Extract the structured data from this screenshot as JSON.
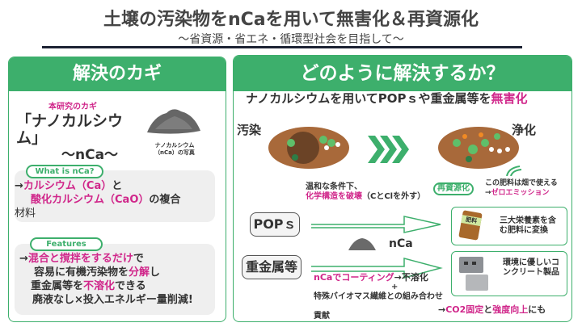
{
  "header": {
    "title": "土壌の汚染物をnCaを用いて無害化＆再資源化",
    "subtitle": "～省資源・省エネ・循環型社会を目指して～"
  },
  "left": {
    "heading": "解決のカギ",
    "key_label": "本研究のカギ",
    "name_line1": "「ナノカルシウ",
    "name_line2": "ム」",
    "name_abbr": "～nCa～",
    "photo_caption1": "ナノカルシウム",
    "photo_caption2": "（nCa）の写真",
    "what_pill": "What is nCa?",
    "what_arrow": "→",
    "what_ca": "カルシウム（Ca）",
    "what_to": "と",
    "what_cao": "酸化カルシウム（CaO）",
    "what_rest": "の複合",
    "what_line3": "材料",
    "features_pill": "Features",
    "f_arrow": "→",
    "f1_hl": "混合と撹拌をするだけ",
    "f1_rest": "で",
    "f2_a": "容易に有機汚染物を",
    "f2_hl": "分解",
    "f2_b": "し",
    "f3_a": "重金属等を",
    "f3_hl": "不溶化",
    "f3_b": "できる",
    "f4": "廃液なし×投入エネルギー量削減!"
  },
  "right": {
    "heading": "どのように解決するか？",
    "lead_a": "ナノカルシウムを用いてPOPｓや重金属等を",
    "lead_hl": "無害化",
    "polluted": "汚染",
    "purified": "浄化",
    "pops_label": "POPｓ",
    "heavy_label": "重金属等",
    "nca_label": "nCa",
    "cond1": "温和な条件下、",
    "cond2_hl": "化学構造を破壊",
    "cond2_rest": "（CとClを外す）",
    "recycle_pill": "再資源化",
    "fert_note": "この肥料は畑で使える",
    "zero_arrow": "→",
    "zero": "ゼロエミッション",
    "fert_bag": "肥料",
    "fert_text": "三大栄養素を含む肥料に変換",
    "concrete_text": "環境に優しいコンクリート製品",
    "coat_hl": "nCaでコーティング",
    "coat_rest": "→不溶化",
    "plus": "+",
    "bio": "特殊バイオマス繊維との組み合わせ",
    "bio2": "貢献",
    "co2_arrow": "→",
    "co2_hl": "CO2固定",
    "co2_and": "と",
    "strength_hl": "強度向上",
    "co2_rest": "にも"
  },
  "colors": {
    "green": "#3daf6c",
    "magenta": "#d0268a"
  }
}
